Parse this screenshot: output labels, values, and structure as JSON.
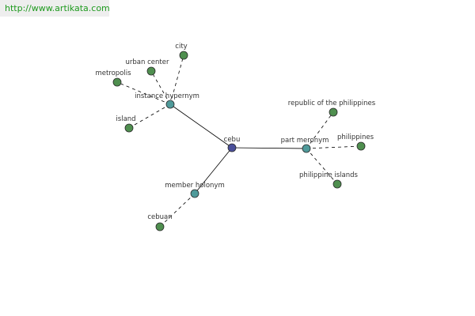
{
  "source": {
    "url": "http://www.artikata.com"
  },
  "graph": {
    "colors": {
      "root": "#4a4f9a",
      "relation": "#4f9a9a",
      "leaf": "#4f8f4f"
    },
    "nodes": [
      {
        "id": "cebu",
        "label": "cebu",
        "kind": "root"
      },
      {
        "id": "instance-hypernym",
        "label": "instance hypernym",
        "kind": "relation"
      },
      {
        "id": "part-meronym",
        "label": "part meronym",
        "kind": "relation"
      },
      {
        "id": "member-holonym",
        "label": "member holonym",
        "kind": "relation"
      },
      {
        "id": "city",
        "label": "city",
        "kind": "leaf"
      },
      {
        "id": "urban-center",
        "label": "urban center",
        "kind": "leaf"
      },
      {
        "id": "metropolis",
        "label": "metropolis",
        "kind": "leaf"
      },
      {
        "id": "island",
        "label": "island",
        "kind": "leaf"
      },
      {
        "id": "republic-of-the-philippines",
        "label": "republic of the philippines",
        "kind": "leaf"
      },
      {
        "id": "philippines",
        "label": "philippines",
        "kind": "leaf"
      },
      {
        "id": "philippine-islands",
        "label": "philippine islands",
        "kind": "leaf"
      },
      {
        "id": "cebuan",
        "label": "cebuan",
        "kind": "leaf"
      }
    ],
    "edges": [
      {
        "from": "cebu",
        "to": "instance-hypernym",
        "style": "solid"
      },
      {
        "from": "cebu",
        "to": "part-meronym",
        "style": "solid"
      },
      {
        "from": "cebu",
        "to": "member-holonym",
        "style": "solid"
      },
      {
        "from": "instance-hypernym",
        "to": "city",
        "style": "dashed"
      },
      {
        "from": "instance-hypernym",
        "to": "urban-center",
        "style": "dashed"
      },
      {
        "from": "instance-hypernym",
        "to": "metropolis",
        "style": "dashed"
      },
      {
        "from": "instance-hypernym",
        "to": "island",
        "style": "dashed"
      },
      {
        "from": "part-meronym",
        "to": "republic-of-the-philippines",
        "style": "dashed"
      },
      {
        "from": "part-meronym",
        "to": "philippines",
        "style": "dashed"
      },
      {
        "from": "part-meronym",
        "to": "philippine-islands",
        "style": "dashed"
      },
      {
        "from": "member-holonym",
        "to": "cebuan",
        "style": "dashed"
      }
    ]
  }
}
